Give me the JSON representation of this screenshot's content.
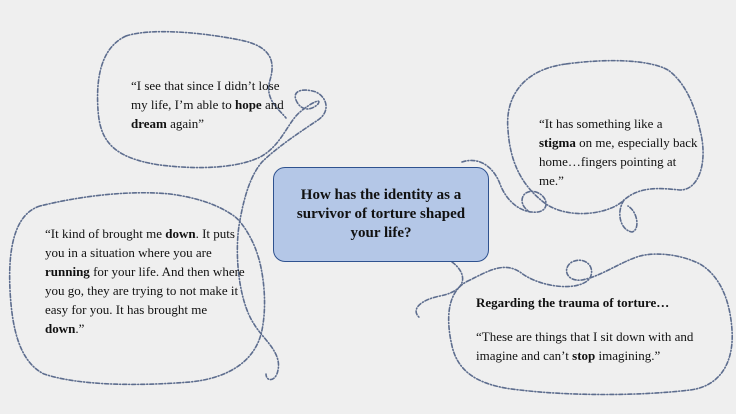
{
  "center": {
    "question": "How has the identity as a survivor of torture shaped your life?"
  },
  "quotes": {
    "q1": {
      "parts": [
        "“I see that since I didn’t lose my life, I’m able to ",
        "hope",
        " and ",
        "dream",
        " again”"
      ]
    },
    "q2": {
      "parts": [
        "“It has something like a ",
        "stigma",
        " on me, especially back home…fingers pointing at me.”"
      ]
    },
    "q3": {
      "parts": [
        "“It kind of brought me ",
        "down",
        ". It puts you in a situation where you are ",
        "running",
        " for your life. And then where you go, they are trying to not make it easy for you. It has brought me ",
        "down",
        ".”"
      ]
    },
    "q4": {
      "heading": "Regarding the trauma of torture…",
      "parts": [
        "“These are things that I sit down with and imagine and can’t ",
        "stop",
        " imagining.”"
      ]
    }
  },
  "colors": {
    "background": "#efefef",
    "center_fill": "#b4c7e7",
    "center_border": "#2f528f",
    "dashed_line": "#5d6d8e"
  }
}
